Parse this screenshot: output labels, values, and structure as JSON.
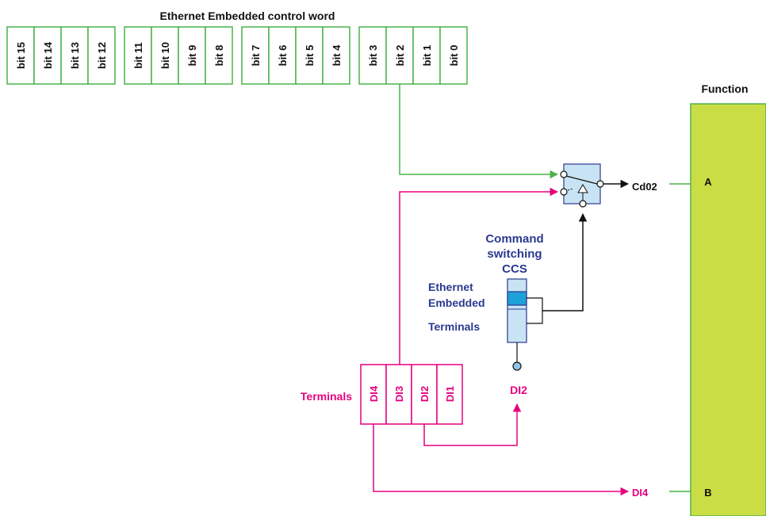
{
  "control_word": {
    "title": "Ethernet Embedded control word",
    "bits": [
      "bit 15",
      "bit 14",
      "bit 13",
      "bit 12",
      "bit 11",
      "bit 10",
      "bit 9",
      "bit 8",
      "bit 7",
      "bit 6",
      "bit 5",
      "bit 4",
      "bit 3",
      "bit 2",
      "bit 1",
      "bit 0"
    ]
  },
  "function_block": {
    "title": "Function",
    "input_a": "A",
    "input_b": "B"
  },
  "switch": {
    "output_label": "Cd02"
  },
  "ccs": {
    "title_line1": "Command",
    "title_line2": "switching",
    "title_line3": "CCS",
    "option1_line1": "Ethernet",
    "option1_line2": "Embedded",
    "option2": "Terminals",
    "input_label": "DI2"
  },
  "terminals": {
    "label": "Terminals",
    "inputs": [
      "DI4",
      "DI3",
      "DI2",
      "DI1"
    ]
  },
  "di4_label": "DI4",
  "colors": {
    "green": "#4CB34A",
    "magenta": "#E6007E",
    "blue": "#2B3990",
    "function_fill": "#CBDD45",
    "switch_fill": "#C8E4F4",
    "ccs_active": "#1EA0D8"
  }
}
